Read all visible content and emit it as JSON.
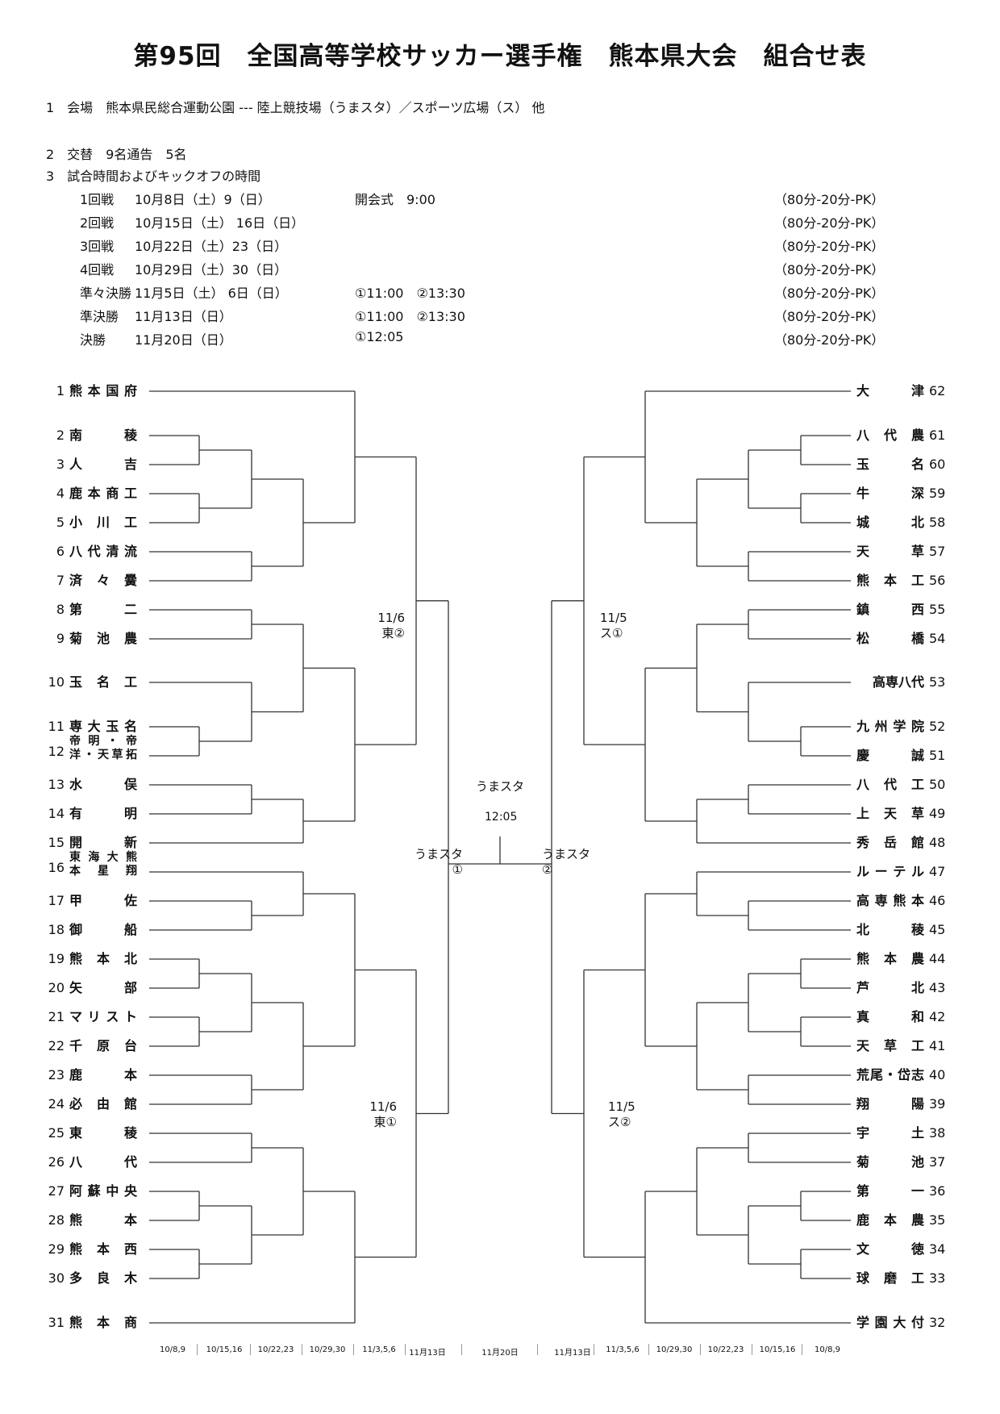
{
  "title": "第95回　全国高等学校サッカー選手権　熊本県大会　組合せ表",
  "info": {
    "venue": "1　会場　熊本県民総合運動公園 --- 陸上競技場（うまスタ）／スポーツ広場（ス） 他",
    "subs": "2　交替　9名通告　5名",
    "times_heading": "3　試合時間およびキックオフの時間"
  },
  "schedule": [
    {
      "round": "1回戦",
      "date": "10月8日（土）9（日）",
      "kickoff": "開会式　9:00",
      "format": "（80分‐20分‐PK）"
    },
    {
      "round": "2回戦",
      "date": "10月15日（土） 16日（日）",
      "kickoff": "",
      "format": "（80分‐20分‐PK）"
    },
    {
      "round": "3回戦",
      "date": "10月22日（土）23（日）",
      "kickoff": "",
      "format": "（80分‐20分‐PK）"
    },
    {
      "round": "4回戦",
      "date": "10月29日（土）30（日）",
      "kickoff": "",
      "format": "（80分‐20分‐PK）"
    },
    {
      "round": "準々決勝",
      "date": "11月5日（土） 6日（日）",
      "kickoff": "①11:00　②13:30",
      "format": "（80分‐20分‐PK）"
    },
    {
      "round": "準決勝",
      "date": "11月13日（日）",
      "kickoff": "①11:00　②13:30",
      "format": "（80分‐20分‐PK）"
    },
    {
      "round": "決勝",
      "date": "11月20日（日）",
      "kickoff": "①12:05",
      "format": "（80分‐20分‐PK）"
    }
  ],
  "left_teams": [
    {
      "no": "1",
      "name": "熊本国府"
    },
    {
      "no": "2",
      "name": "南　　稜"
    },
    {
      "no": "3",
      "name": "人　　吉"
    },
    {
      "no": "4",
      "name": "鹿本商工"
    },
    {
      "no": "5",
      "name": "小 川 工"
    },
    {
      "no": "6",
      "name": "八代清流"
    },
    {
      "no": "7",
      "name": "済 々 黌"
    },
    {
      "no": "8",
      "name": "第　　二"
    },
    {
      "no": "9",
      "name": "菊 池 農"
    },
    {
      "no": "10",
      "name": "玉 名 工"
    },
    {
      "no": "11",
      "name": "専大玉名"
    },
    {
      "no": "12",
      "name": "帝明・帝洋・天草拓",
      "line1": "帝 明 ・ 帝",
      "line2": "洋・天草拓"
    },
    {
      "no": "13",
      "name": "水　　俣"
    },
    {
      "no": "14",
      "name": "有　　明"
    },
    {
      "no": "15",
      "name": "開　　新"
    },
    {
      "no": "16",
      "name": "東海大熊本星翔",
      "line1": "東 海 大 熊",
      "line2": "本　星　翔"
    },
    {
      "no": "17",
      "name": "甲　　佐"
    },
    {
      "no": "18",
      "name": "御　　船"
    },
    {
      "no": "19",
      "name": "熊 本 北"
    },
    {
      "no": "20",
      "name": "矢　　部"
    },
    {
      "no": "21",
      "name": "マリスト"
    },
    {
      "no": "22",
      "name": "千 原 台"
    },
    {
      "no": "23",
      "name": "鹿　　本"
    },
    {
      "no": "24",
      "name": "必 由 館"
    },
    {
      "no": "25",
      "name": "東　　稜"
    },
    {
      "no": "26",
      "name": "八　　代"
    },
    {
      "no": "27",
      "name": "阿蘇中央"
    },
    {
      "no": "28",
      "name": "熊　　本"
    },
    {
      "no": "29",
      "name": "熊 本 西"
    },
    {
      "no": "30",
      "name": "多 良 木"
    },
    {
      "no": "31",
      "name": "熊 本 商"
    }
  ],
  "right_teams": [
    {
      "no": "62",
      "name": "大　　津"
    },
    {
      "no": "61",
      "name": "八 代 農"
    },
    {
      "no": "60",
      "name": "玉　　名"
    },
    {
      "no": "59",
      "name": "牛　　深"
    },
    {
      "no": "58",
      "name": "城　　北"
    },
    {
      "no": "57",
      "name": "天　　草"
    },
    {
      "no": "56",
      "name": "熊 本 工"
    },
    {
      "no": "55",
      "name": "鎮　　西"
    },
    {
      "no": "54",
      "name": "松　　橋"
    },
    {
      "no": "53",
      "name": "高専八代"
    },
    {
      "no": "52",
      "name": "九州学院"
    },
    {
      "no": "51",
      "name": "慶　　誠"
    },
    {
      "no": "50",
      "name": "八 代 工"
    },
    {
      "no": "49",
      "name": "上 天 草"
    },
    {
      "no": "48",
      "name": "秀 岳 館"
    },
    {
      "no": "47",
      "name": "ルーテル"
    },
    {
      "no": "46",
      "name": "高専熊本"
    },
    {
      "no": "45",
      "name": "北　　稜"
    },
    {
      "no": "44",
      "name": "熊 本 農"
    },
    {
      "no": "43",
      "name": "芦　　北"
    },
    {
      "no": "42",
      "name": "真　　和"
    },
    {
      "no": "41",
      "name": "天 草 工"
    },
    {
      "no": "40",
      "name": "荒尾・岱志"
    },
    {
      "no": "39",
      "name": "翔　　陽"
    },
    {
      "no": "38",
      "name": "宇　　土"
    },
    {
      "no": "37",
      "name": "菊　　池"
    },
    {
      "no": "36",
      "name": "第　　一"
    },
    {
      "no": "35",
      "name": "鹿 本 農"
    },
    {
      "no": "34",
      "name": "文　　徳"
    },
    {
      "no": "33",
      "name": "球 磨 工"
    },
    {
      "no": "32",
      "name": "学園大付"
    }
  ],
  "match_labels": {
    "qf_left_top": {
      "date": "11/6",
      "venue": "東②"
    },
    "qf_left_bottom": {
      "date": "11/6",
      "venue": "東①"
    },
    "qf_right_top": {
      "date": "11/5",
      "venue": "ス①"
    },
    "qf_right_bottom": {
      "date": "11/5",
      "venue": "ス②"
    },
    "sf_left": {
      "venue": "うまスタ",
      "slot": "①"
    },
    "sf_right": {
      "venue": "うまスタ",
      "slot": "②"
    },
    "final": {
      "venue": "うまスタ",
      "time": "12:05"
    }
  },
  "round_dates_footer": [
    "10/8,9",
    "10/15,16",
    "10/22,23",
    "10/29,30",
    "11/3,5,6",
    "11月13日",
    "11月20日",
    "11月13日",
    "11/3,5,6",
    "10/29,30",
    "10/22,23",
    "10/15,16",
    "10/8,9"
  ]
}
